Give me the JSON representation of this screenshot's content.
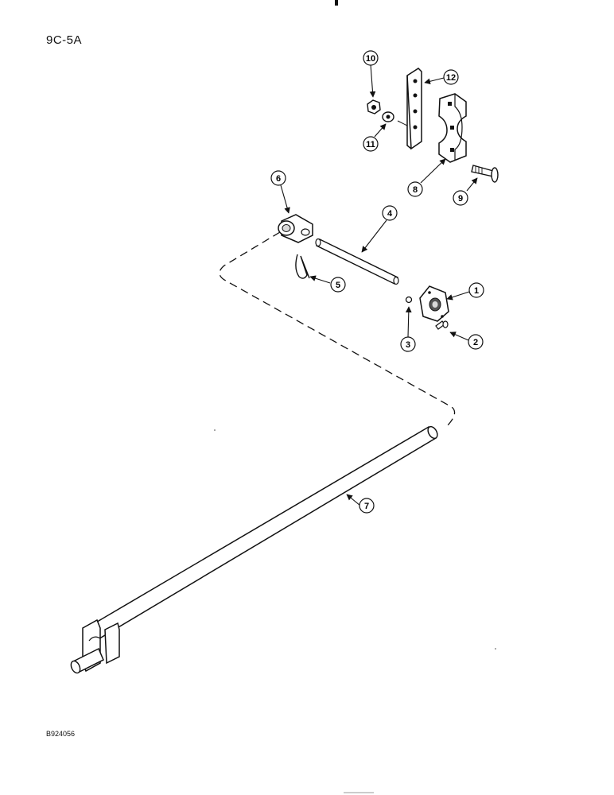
{
  "page_ref": "9C-5A",
  "figure_code": "B924056",
  "callouts": [
    "1",
    "2",
    "3",
    "4",
    "5",
    "6",
    "7",
    "8",
    "9",
    "10",
    "11",
    "12"
  ],
  "colors": {
    "ink": "#111111",
    "paper": "#ffffff",
    "shade": "#d9d9d9"
  }
}
